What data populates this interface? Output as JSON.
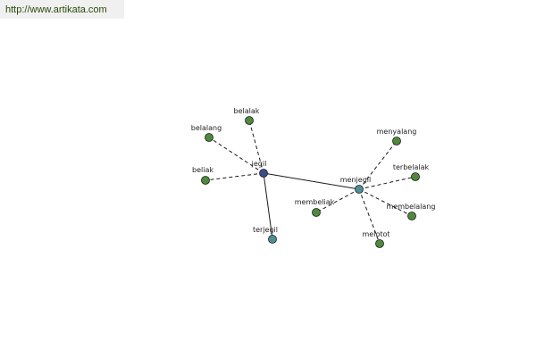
{
  "header": {
    "url": "http://www.artikata.com"
  },
  "colors": {
    "root": "#3c4b8c",
    "hub": "#4e8f97",
    "leaf": "#4f8a3c",
    "stroke": "#1a1a1a"
  },
  "graph": {
    "nodes": [
      {
        "id": "jegil",
        "label": "jegil",
        "kind": "root"
      },
      {
        "id": "menjegil",
        "label": "menjegil",
        "kind": "hub"
      },
      {
        "id": "terjegil",
        "label": "terjegil",
        "kind": "hub"
      },
      {
        "id": "belalak",
        "label": "belalak",
        "kind": "leaf"
      },
      {
        "id": "belalang",
        "label": "belalang",
        "kind": "leaf"
      },
      {
        "id": "beliak",
        "label": "beliak",
        "kind": "leaf"
      },
      {
        "id": "menyalang",
        "label": "menyalang",
        "kind": "leaf"
      },
      {
        "id": "terbelalak",
        "label": "terbelalak",
        "kind": "leaf"
      },
      {
        "id": "membeliak",
        "label": "membeliak",
        "kind": "leaf"
      },
      {
        "id": "membelalang",
        "label": "membelalang",
        "kind": "leaf"
      },
      {
        "id": "melotot",
        "label": "melotot",
        "kind": "leaf"
      }
    ],
    "edges": [
      {
        "from": "jegil",
        "to": "menjegil",
        "style": "solid"
      },
      {
        "from": "jegil",
        "to": "terjegil",
        "style": "solid"
      },
      {
        "from": "jegil",
        "to": "belalak",
        "style": "dashed"
      },
      {
        "from": "jegil",
        "to": "belalang",
        "style": "dashed"
      },
      {
        "from": "jegil",
        "to": "beliak",
        "style": "dashed"
      },
      {
        "from": "menjegil",
        "to": "menyalang",
        "style": "dashed"
      },
      {
        "from": "menjegil",
        "to": "terbelalak",
        "style": "dashed"
      },
      {
        "from": "menjegil",
        "to": "membeliak",
        "style": "dashed"
      },
      {
        "from": "menjegil",
        "to": "membelalang",
        "style": "dashed"
      },
      {
        "from": "menjegil",
        "to": "melotot",
        "style": "dashed"
      }
    ]
  }
}
